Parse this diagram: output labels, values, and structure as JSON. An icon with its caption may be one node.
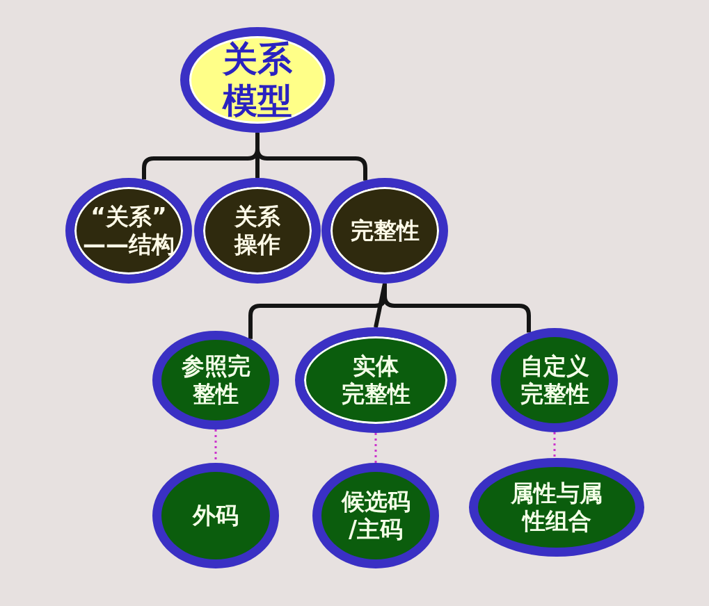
{
  "diagram": {
    "nodes": [
      {
        "text": [
          "关系模型"
        ]
      },
      {
        "text": [
          "“关系”——结构"
        ]
      },
      {
        "text": [
          "关系操作"
        ]
      },
      {
        "text": [
          "完整性"
        ]
      },
      {
        "text": [
          "参照完整性"
        ]
      },
      {
        "text": [
          "实体完整性"
        ]
      },
      {
        "text": [
          "自定义完整性"
        ]
      },
      {
        "text": [
          "外码"
        ]
      },
      {
        "text": [
          "候选码/主码"
        ]
      },
      {
        "text": [
          "属性与属性组合"
        ]
      }
    ],
    "edges": [
      {
        "from": 0,
        "to": 1,
        "arrow": "none"
      },
      {
        "from": 0,
        "to": 2,
        "arrow": "none"
      },
      {
        "from": 0,
        "to": 3,
        "arrow": "none"
      },
      {
        "from": 3,
        "to": 4,
        "arrow": "none"
      },
      {
        "from": 3,
        "to": 5,
        "arrow": "none"
      },
      {
        "from": 3,
        "to": 6,
        "arrow": "none"
      },
      {
        "from": 4,
        "to": 7,
        "arrow": "none",
        "style": "dashed",
        "color": "#cc33cc"
      },
      {
        "from": 5,
        "to": 8,
        "arrow": "none",
        "style": "dashed",
        "color": "#cc33cc"
      },
      {
        "from": 6,
        "to": 9,
        "arrow": "none",
        "style": "dashed",
        "color": "#cc33cc"
      }
    ]
  }
}
